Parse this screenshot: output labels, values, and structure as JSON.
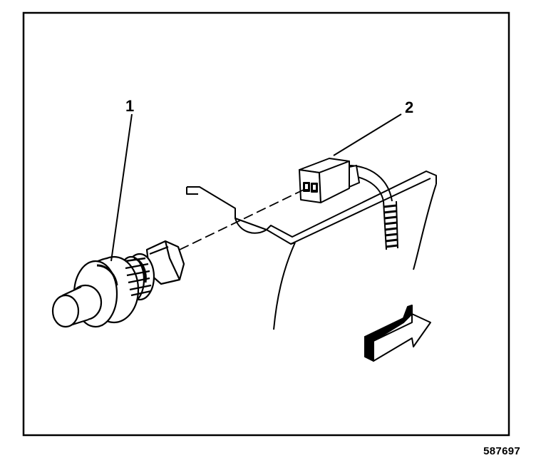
{
  "callouts": {
    "sensor_number": "1",
    "connector_number": "2"
  },
  "figure": {
    "id": "587697"
  },
  "colors": {
    "ink": "#000000",
    "paper": "#ffffff"
  },
  "icons": {
    "direction": "forward-arrow-icon"
  }
}
